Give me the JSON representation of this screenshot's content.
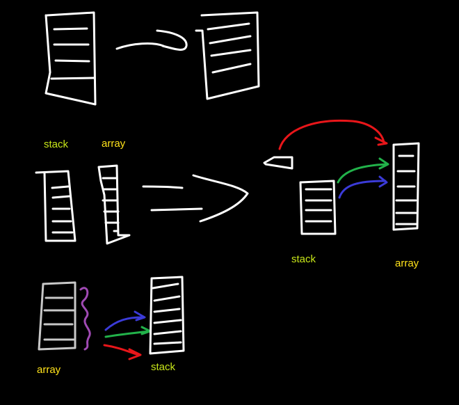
{
  "labels": {
    "stack_1": "stack",
    "array_1": "array",
    "stack_2": "stack",
    "array_2": "array",
    "array_3": "array",
    "stack_3": "stack"
  },
  "colors": {
    "background": "#000000",
    "sketch": "#ffffff",
    "label_green": "#c8e619",
    "label_yellow": "#ffe21a",
    "arrow_red": "#e8161a",
    "arrow_green": "#22b24a",
    "arrow_blue": "#3b3bd8",
    "squiggle_purple": "#a04ab4",
    "stack_gray": "#c8c8c8"
  }
}
